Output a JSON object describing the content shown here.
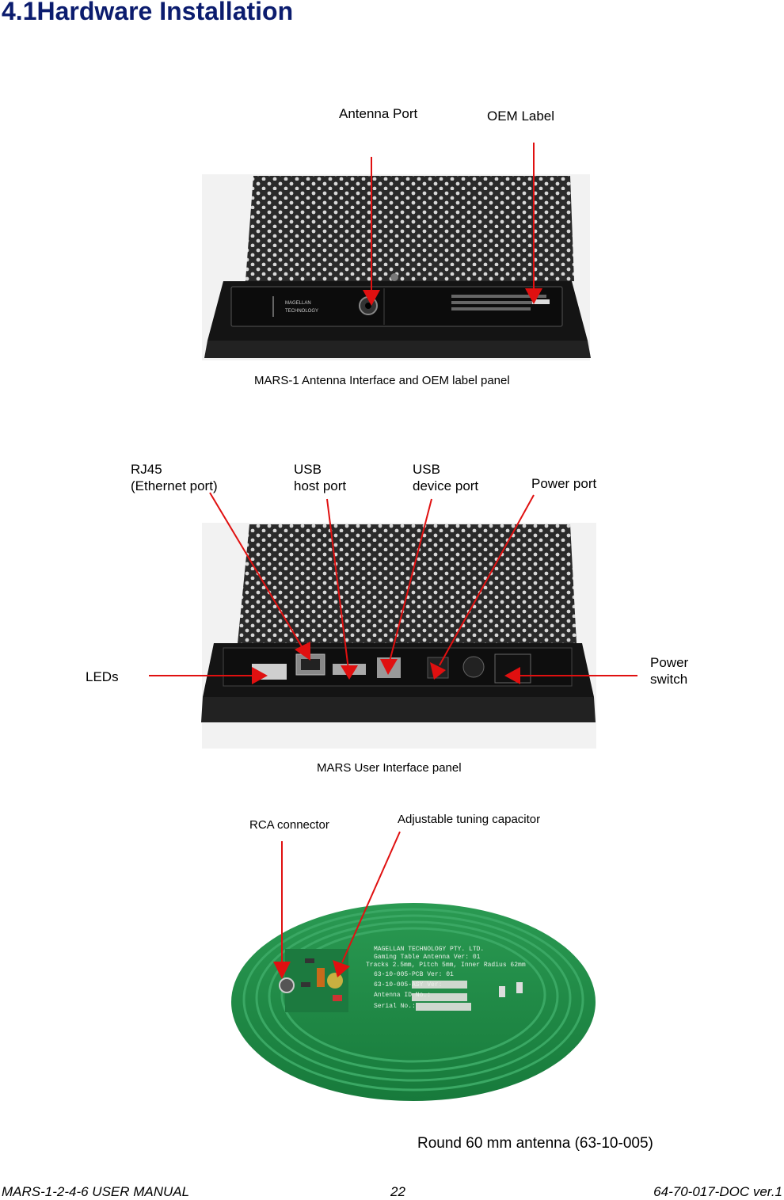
{
  "heading": "4.1Hardware Installation",
  "figure1": {
    "labels": {
      "antenna_port": "Antenna Port",
      "oem_label": "OEM Label"
    },
    "caption": "MARS-1 Antenna Interface and OEM label panel",
    "device_logo_text": "MAGELLAN TECHNOLOGY"
  },
  "figure2": {
    "labels": {
      "rj45": "RJ45\n(Ethernet port)",
      "usb_host": "USB\nhost port",
      "usb_device": "USB\ndevice port",
      "power_port": "Power port",
      "leds": "LEDs",
      "power_switch": "Power\nswitch"
    },
    "caption": "MARS User Interface panel"
  },
  "figure3": {
    "labels": {
      "rca": "RCA connector",
      "capacitor": "Adjustable tuning capacitor"
    },
    "caption": "Round 60 mm antenna (63-10-005)",
    "board_text": [
      "MAGELLAN TECHNOLOGY PTY. LTD.",
      "Gaming Table Antenna  Ver: 01",
      "Tracks 2.5mm, Pitch 5mm, Inner Radius 62mm",
      "63-10-005-PCB Ver: 01",
      "63-10-005-ASY Ver:",
      "Antenna ID No.:",
      "Serial No.:"
    ]
  },
  "footer": {
    "left": "MARS-1-2-4-6  USER MANUAL",
    "center": "22",
    "right": "64-70-017-DOC ver.1"
  },
  "colors": {
    "heading": "#0b1c6e",
    "arrow": "#e01010",
    "pcb": "#1e8a45",
    "device": "#1a1a1a"
  }
}
